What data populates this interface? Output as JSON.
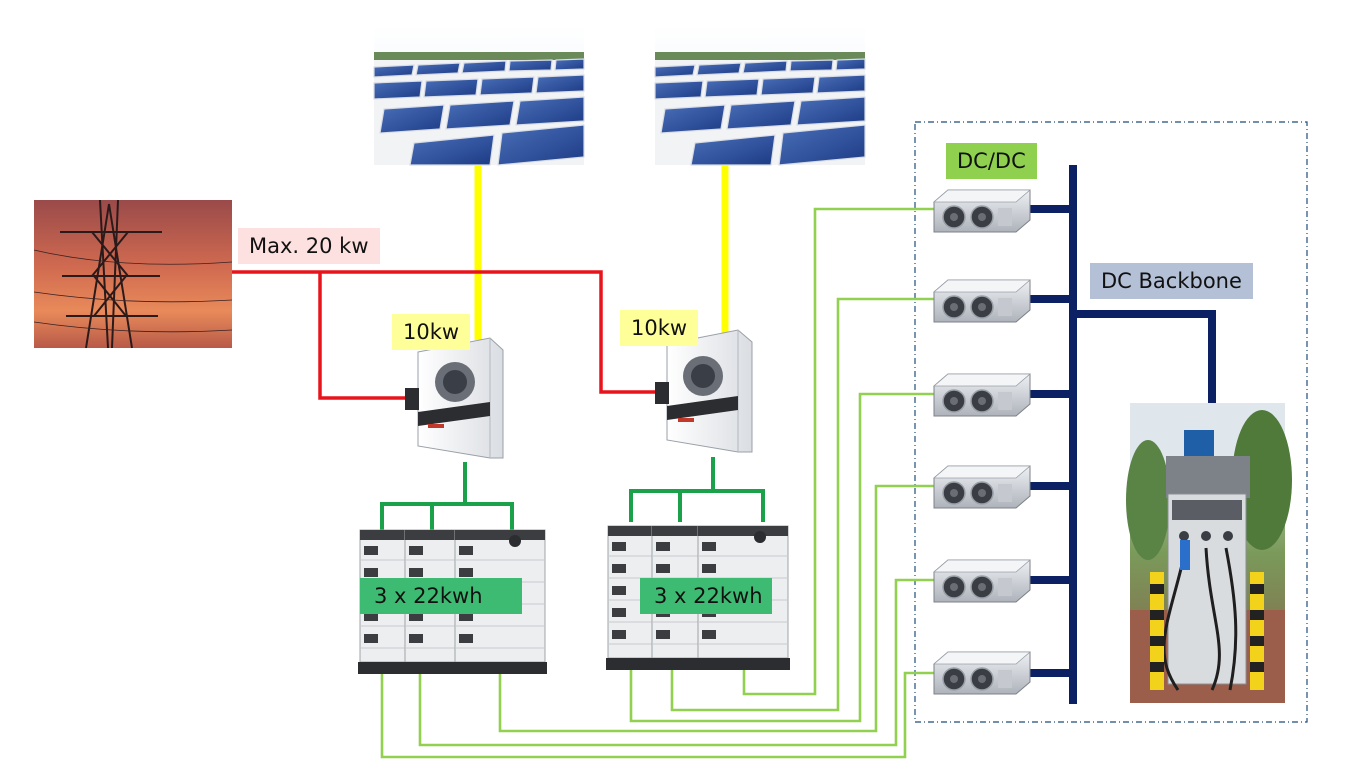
{
  "labels": {
    "grid_limit": "Max. 20 kw",
    "inverter_1_power": "10kw",
    "inverter_2_power": "10kw",
    "battery_1_capacity": "3 x 22kwh",
    "battery_2_capacity": "3 x 22kwh",
    "dcdc": "DC/DC",
    "backbone": "DC Backbone"
  },
  "colors": {
    "ac_line": "#e8141c",
    "pv_line": "#ffff00",
    "battery_bus": "#1aa14a",
    "dc_link": "#92d050",
    "backbone": "#0b2163",
    "grid_label_bg": "#fde0e0",
    "power_label_bg": "#ffff99",
    "capacity_label_bg": "#3dbb72",
    "dcdc_label_bg": "#8fd14f",
    "backbone_label_bg": "#b4c0d6",
    "enclosure_border": "#1f4e79"
  },
  "nodes": {
    "grid": "power-pylon-sunset-photo",
    "pv_arrays": [
      "solar-panel-array-photo",
      "solar-panel-array-photo"
    ],
    "inverters": [
      "hybrid-inverter",
      "hybrid-inverter"
    ],
    "battery_banks": [
      "battery-stack-x3",
      "battery-stack-x3"
    ],
    "dcdc_converters": 6,
    "ev_charger": "ev-charging-station-photo"
  }
}
